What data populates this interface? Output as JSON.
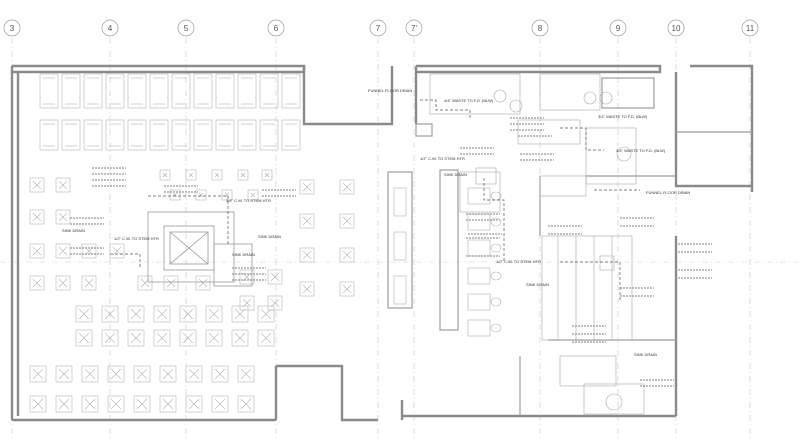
{
  "grid_labels": [
    "3",
    "4",
    "5",
    "6",
    "7",
    "7'",
    "8",
    "9",
    "10",
    "11"
  ],
  "annotations": [
    "FUNNEL FLOOR DRAIN",
    "4/4\" WASTE TO F.D. (BLW)",
    "3/4\" WASTE TO F.D. (BLW)",
    "3/4\" WASTE TO F.D. (BLW)",
    "FUNNEL FLOOR DRAIN",
    "1/2\" C.W. TO STEM HTR",
    "3/4\" C.W. TO STEM HTR",
    "SINK DRAIN",
    "SINK DRAIN",
    "SINK DRAIN",
    "SINK DRAIN",
    "SINK DRAIN",
    "1/2\" C.W. TO STEM HTR",
    "1/2\" C.W. TO STEM HTR",
    "SINK DRAIN"
  ],
  "colors": {
    "wall": "#8a8a8a",
    "line": "#b5b5b5",
    "grid": "#c8c8c8",
    "text": "#333333"
  }
}
